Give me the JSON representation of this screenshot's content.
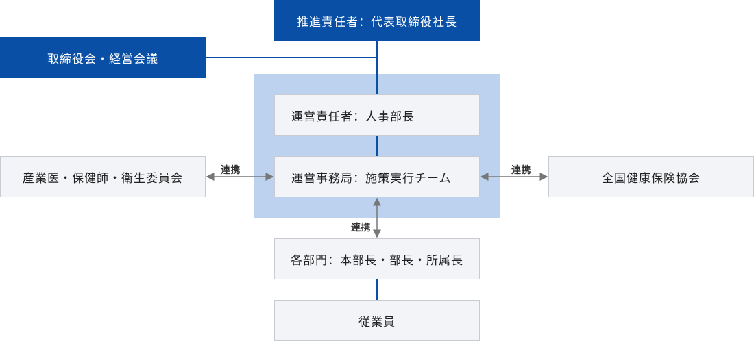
{
  "nodes": {
    "promoter": "推進責任者：代表取締役社長",
    "board": "取締役会・経営会議",
    "operations_lead": "運営責任者：人事部長",
    "secretariat": "運営事務局：施策実行チーム",
    "medical": "産業医・保健師・衛生委員会",
    "association": "全国健康保険協会",
    "departments": "各部門：本部長・部長・所属長",
    "employees": "従業員"
  },
  "links": {
    "left_label": "連携",
    "right_label": "連携",
    "down_label": "連携"
  },
  "colors": {
    "accent": "#0a4fa6",
    "panel": "#bcd2ee",
    "box_fill": "#f2f4f8",
    "box_border": "#c8ccd2",
    "arrow": "#777777"
  }
}
